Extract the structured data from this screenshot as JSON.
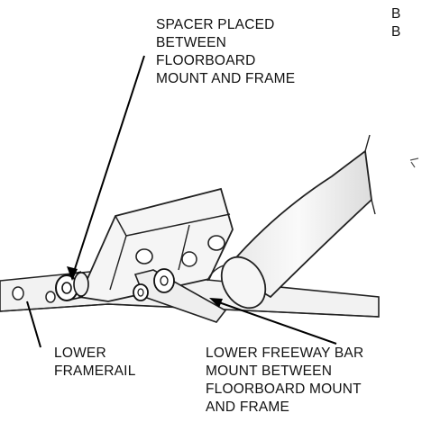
{
  "labels": {
    "spacer": "SPACER PLACED\nBETWEEN\nFLOORBOARD\nMOUNT AND FRAME",
    "corner_fragment": "B\nB",
    "framerail": "LOWER\nFRAMERAIL",
    "freeway_bar": "LOWER FREEWAY BAR\nMOUNT BETWEEN\nFLOORBOARD MOUNT\nAND FRAME"
  }
}
